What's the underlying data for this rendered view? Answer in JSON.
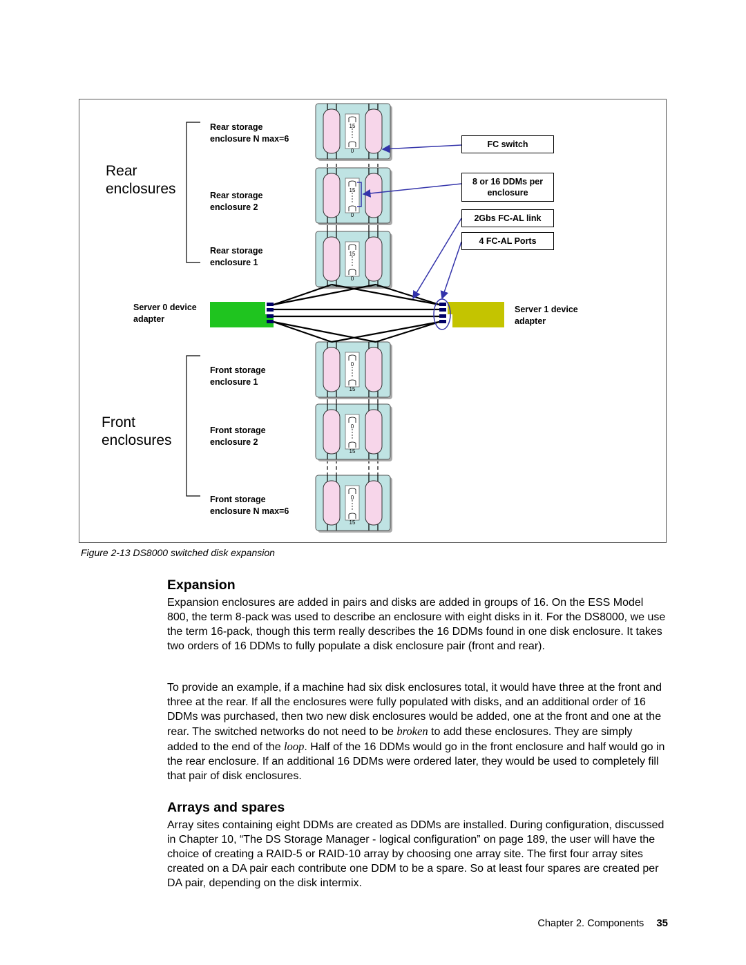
{
  "figure": {
    "rear_group": "Rear\nenclosures",
    "front_group": "Front\nenclosures",
    "rear_labels": [
      "Rear storage\nenclosure N  max=6",
      "Rear storage\nenclosure 2",
      "Rear storage\nenclosure 1"
    ],
    "front_labels": [
      "Front storage\nenclosure 1",
      "Front storage\nenclosure 2",
      "Front storage\nenclosure N  max=6"
    ],
    "server0": "Server 0 device\nadapter",
    "server1": "Server 1 device\nadapter",
    "callouts": {
      "fc_switch": "FC switch",
      "ddms_per": "8 or 16 DDMs per\nenclosure",
      "fcal_link": "2Gbs FC-AL link",
      "fcal_ports": "4 FC-AL Ports"
    },
    "disk_top_label": "15",
    "disk_bottom_label": "0",
    "colors": {
      "enclosure": "#bfe3e3",
      "disk": "#f7d6ea",
      "server0": "#1fc41f",
      "server1": "#c4c400",
      "callout_line": "#3333aa"
    }
  },
  "caption": "Figure 2-13   DS8000 switched disk expansion",
  "sections": [
    {
      "heading": "Expansion",
      "paragraphs": [
        [
          "Expansion enclosures are added in pairs and disks are added in groups of 16. On the ESS Model 800, the term 8-pack was used to describe an enclosure with eight disks in it. For the DS8000, we use the term 16-pack, though this term really describes the 16 DDMs found in one disk enclosure. It takes two orders of 16 DDMs to fully populate a disk enclosure pair (front and rear)."
        ],
        [
          "To provide an example, if a machine had six disk enclosures total, it would have three at the front and three at the rear. If all the enclosures were fully populated with disks, and an additional order of 16 DDMs was purchased, then two new disk enclosures would be added, one at the front and one at the rear. The switched networks do not need to be ",
          "broken",
          " to add these enclosures. They are simply added to the end of the ",
          "loop",
          ". Half of the 16 DDMs would go in the front enclosure and half would go in the rear enclosure. If an additional 16 DDMs were ordered later, they would be used to completely fill that pair of disk enclosures."
        ]
      ]
    },
    {
      "heading": "Arrays and spares",
      "paragraphs": [
        [
          "Array sites containing eight DDMs are created as DDMs are installed. During configuration, discussed in Chapter 10, “The DS Storage Manager - logical configuration” on page 189, the user will have the choice of creating a RAID-5 or RAID-10 array by choosing one array site. The first four array sites created on a DA pair each contribute one DDM to be a spare. So at least four spares are created per DA pair, depending on the disk intermix."
        ]
      ]
    }
  ],
  "footer": {
    "chapter": "Chapter 2. Components",
    "page": "35"
  }
}
